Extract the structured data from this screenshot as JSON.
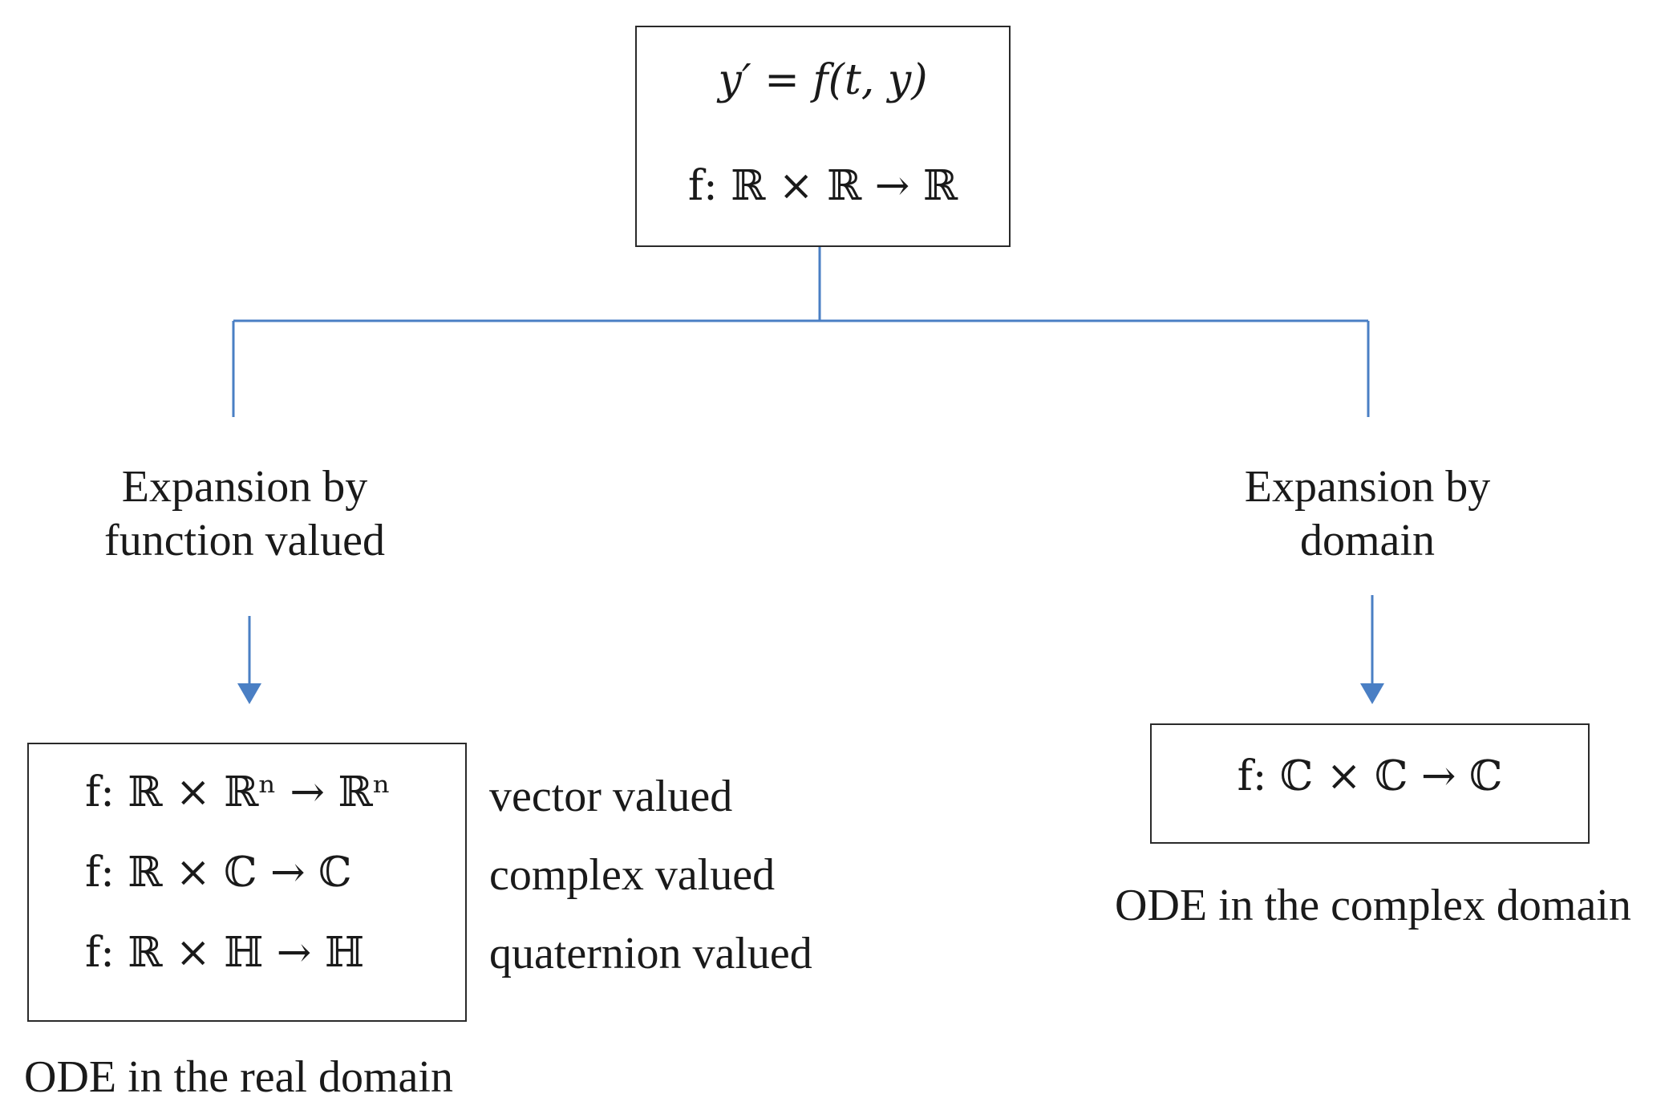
{
  "top_box": {
    "equation": "y′ = f(t, y)",
    "mapping": "f: ℝ × ℝ → ℝ"
  },
  "left_branch": {
    "label_line1": "Expansion by",
    "label_line2": "function valued",
    "rows": [
      {
        "math": "f: ℝ × ℝⁿ → ℝⁿ",
        "label": "vector valued"
      },
      {
        "math": "f: ℝ × ℂ → ℂ",
        "label": "complex valued"
      },
      {
        "math": "f: ℝ × ℍ → ℍ",
        "label": "quaternion valued"
      }
    ],
    "caption": "ODE in the real domain"
  },
  "right_branch": {
    "label_line1": "Expansion by",
    "label_line2": "domain",
    "math": "f: ℂ × ℂ →  ℂ",
    "caption": "ODE in the complex domain"
  },
  "colors": {
    "connector": "#4a7fc4",
    "border": "#2a2a2a"
  }
}
